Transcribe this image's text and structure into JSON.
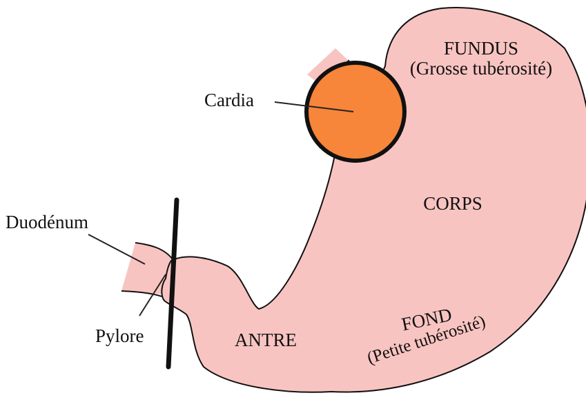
{
  "labels": {
    "fundus": "FUNDUS",
    "fundus_sub": "(Grosse tubérosité)",
    "cardia": "Cardia",
    "corps": "CORPS",
    "duodenum": "Duodénum",
    "pylore": "Pylore",
    "antre": "ANTRE",
    "fond": "FOND",
    "fond_sub": "(Petite tubérosité)"
  },
  "colors": {
    "stomach_fill": "#f8c4c1",
    "stomach_outline": "#111111",
    "cardia_fill": "#f7853a",
    "cardia_ring": "#111111",
    "leader_line": "#222222",
    "background": "#ffffff"
  }
}
